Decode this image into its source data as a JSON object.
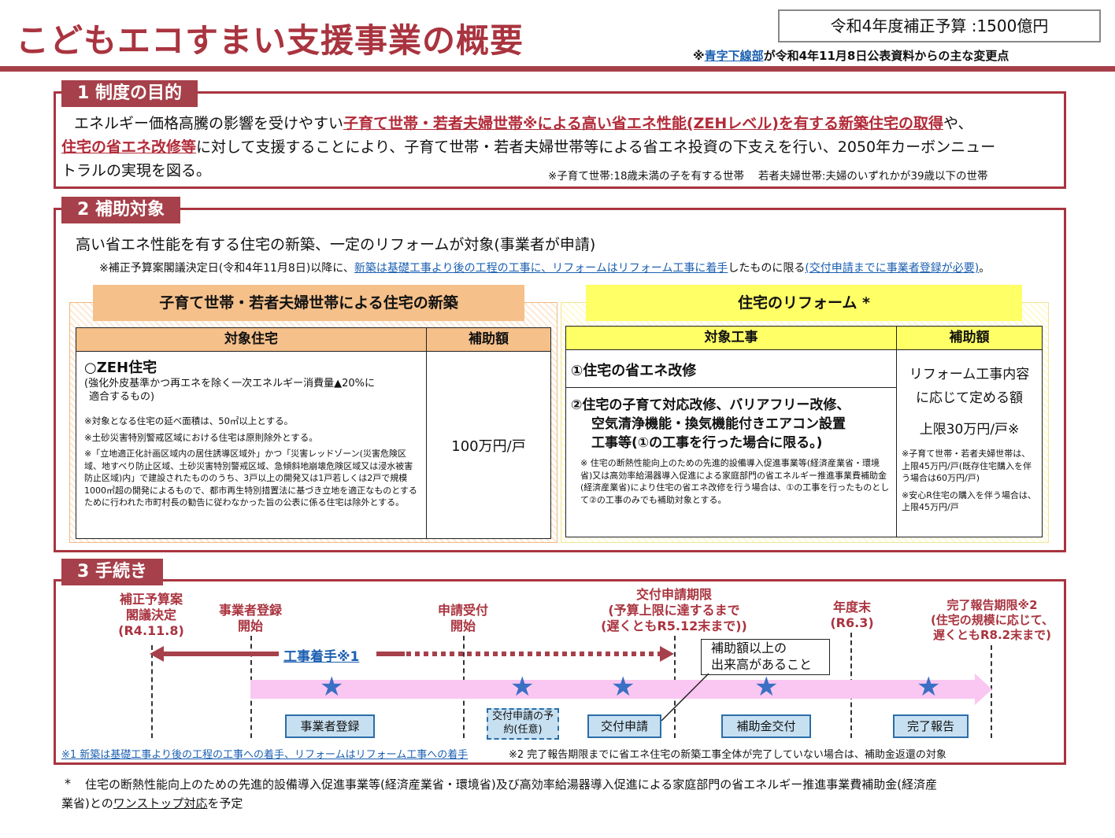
{
  "header": {
    "title": "こどもエコすまい支援事業の概要",
    "budget": "令和4年度補正予算 :1500億円",
    "note_mark": "※",
    "note_link": "青字下線部",
    "note_rest": "が令和4年11月8日公表資料からの主な変更点"
  },
  "section1": {
    "tab": "1 制度の目的",
    "line1_a": "エネルギー価格高騰の影響を受けやすい",
    "line1_u1": "子育て世帯・若者夫婦世帯※による高い省エネ性能(ZEHレベル)を有する新築住宅の取得",
    "line1_b": "や、",
    "line2_u2": "住宅の省エネ改修等",
    "line2_rest": "に対して支援することにより、子育て世帯・若者夫婦世帯等による省エネ投資の下支えを行い、2050年カーボンニュー",
    "line3": "トラルの実現を図る。",
    "footnote": "※子育て世帯:18歳未満の子を有する世帯　 若者夫婦世帯:夫婦のいずれかが39歳以下の世帯"
  },
  "section2": {
    "tab": "2 補助対象",
    "lead": "高い省エネ性能を有する住宅の新築、一定のリフォームが対象(事業者が申請)",
    "note_a": "※補正予算案閣議決定日(令和4年11月8日)以降に、",
    "note_u": "新築は基礎工事より後の工程の工事に、リフォームはリフォーム工事に着手",
    "note_b": "したものに限る",
    "note_u2": "(交付申請までに事業者登録が必要)",
    "note_c": "。",
    "new_panel": {
      "head": "子育て世帯・若者夫婦世帯による住宅の新築",
      "col1": "対象住宅",
      "col2": "補助額",
      "item_title": "○ZEH住宅",
      "item_sub1": "(強化外皮基準かつ再エネを除く一次エネルギー消費量▲20%に",
      "item_sub2": "適合するもの)",
      "n1": "※対象となる住宅の延べ面積は、50㎡以上とする。",
      "n2": "※土砂災害特別警戒区域における住宅は原則除外とする。",
      "n3": "※「立地適正化計画区域内の居住誘導区域外」かつ「災害レッドゾーン(災害危険区域、地すべり防止区域、土砂災害特別警戒区域、急傾斜地崩壊危険区域又は浸水被害防止区域)内」で建設されたもののうち、3戸以上の開発又は1戸若しくは2戸で規模1000㎡超の開発によるもので、都市再生特別措置法に基づき立地を適正なものとするために行われた市町村長の勧告に従わなかった旨の公表に係る住宅は除外とする。",
      "amount": "100万円/戸"
    },
    "reform_panel": {
      "head": "住宅のリフォーム *",
      "col1": "対象工事",
      "col2": "補助額",
      "w1": "①住宅の省エネ改修",
      "w2a": "②住宅の子育て対応改修、バリアフリー改修、",
      "w2b": "空気清浄機能・換気機能付きエアコン設置",
      "w2c": "工事等(①の工事を行った場合に限る。)",
      "wnote": "※ 住宅の断熱性能向上のための先進的設備導入促進事業等(経済産業省・環境省)又は高効率給湯器導入促進による家庭部門の省エネルギー推進事業費補助金(経済産業省)により住宅の省エネ改修を行う場合は、①の工事を行ったものとして②の工事のみでも補助対象とする。",
      "amt1": "リフォーム工事内容",
      "amt2": "に応じて定める額",
      "amt3": "上限30万円/戸※",
      "an1": "※子育て世帯・若者夫婦世帯は、上限45万円/戸(既存住宅購入を伴う場合は60万円/戸)",
      "an2": "※安心R住宅の購入を伴う場合は、上限45万円/戸"
    }
  },
  "section3": {
    "tab": "3 手続き",
    "milestones": {
      "m1a": "補正予算案",
      "m1b": "閣議決定",
      "m1c": "(R4.11.8)",
      "m2a": "事業者登録",
      "m2b": "開始",
      "m3a": "申請受付",
      "m3b": "開始",
      "m4a": "交付申請期限",
      "m4b": "(予算上限に達するまで",
      "m4c": "(遅くともR5.12末まで))",
      "m5a": "年度末",
      "m5b": "(R6.3)",
      "m6a": "完了報告期限※2",
      "m6b": "(住宅の規模に応じて、",
      "m6c": "遅くともR8.2末まで)"
    },
    "construction_start": "工事着手※1",
    "callout1": "補助額以上の",
    "callout2": "出来高があること",
    "steps": [
      "事業者登録",
      "交付申請の予約(任意)",
      "交付申請",
      "補助金交付",
      "完了報告"
    ],
    "fn1": "※1 新築は基礎工事より後の工程の工事への着手、リフォームはリフォーム工事への着手",
    "fn2": "※2 完了報告期限までに省エネ住宅の新築工事全体が完了していない場合は、補助金返還の対象"
  },
  "footer": {
    "mark": "*",
    "line1": "住宅の断熱性能向上のための先進的設備導入促進事業等(経済産業省・環境省)及び高効率給湯器導入促進による家庭部門の省エネルギー推進事業費補助金(経済産",
    "line2_a": "業省)との",
    "line2_u": "ワンストップ対応",
    "line2_b": "を予定"
  }
}
